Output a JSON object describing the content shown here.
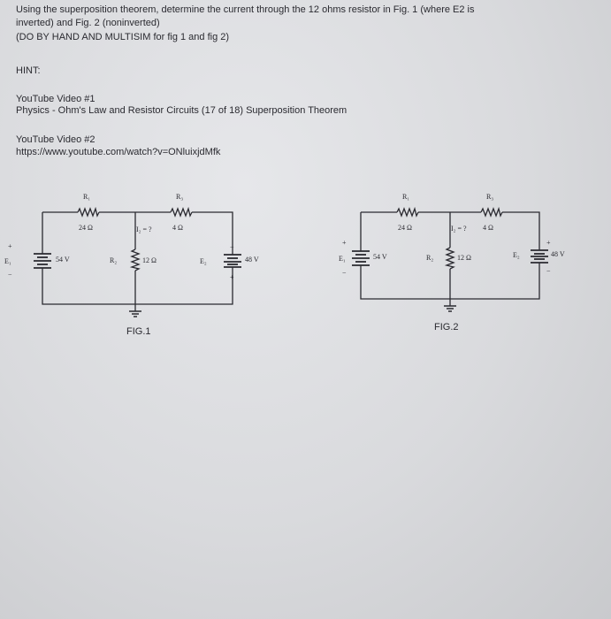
{
  "problem": {
    "line1": "Using the superposition theorem, determine the current through the 12 ohms resistor in Fig. 1 (where E2 is",
    "line2": "inverted) and Fig. 2 (noninverted)",
    "line3": "(DO BY HAND AND MULTISIM for fig 1 and fig 2)"
  },
  "hint": {
    "title": "HINT:",
    "video1_title": "YouTube Video #1",
    "video1_desc": "Physics - Ohm's Law and Resistor Circuits (17 of 18) Superposition Theorem",
    "video2_title": "YouTube Video #2",
    "video2_url": "https://www.youtube.com/watch?v=ONluixjdMfk"
  },
  "figures": [
    {
      "caption": "FIG.1",
      "r1_name": "R₁",
      "r1_value": "24 Ω",
      "r3_name": "R₃",
      "r3_value": "4 Ω",
      "r2_name": "R₂",
      "r2_value": "12 Ω",
      "i2_label": "I₂ = ?",
      "e1_name": "E₁",
      "e1_value": "54 V",
      "e2_name": "E₂",
      "e2_value": "48 V",
      "plus": "+",
      "minus": "−"
    },
    {
      "caption": "FIG.2",
      "r1_name": "R₁",
      "r1_value": "24 Ω",
      "r3_name": "R₃",
      "r3_value": "4 Ω",
      "r2_name": "R₂",
      "r2_value": "12 Ω",
      "i2_label": "I₂ = ?",
      "e1_name": "E₁",
      "e1_value": "54 V",
      "e2_name": "E₂",
      "e2_value": "48 V",
      "plus": "+",
      "minus": "−"
    }
  ]
}
